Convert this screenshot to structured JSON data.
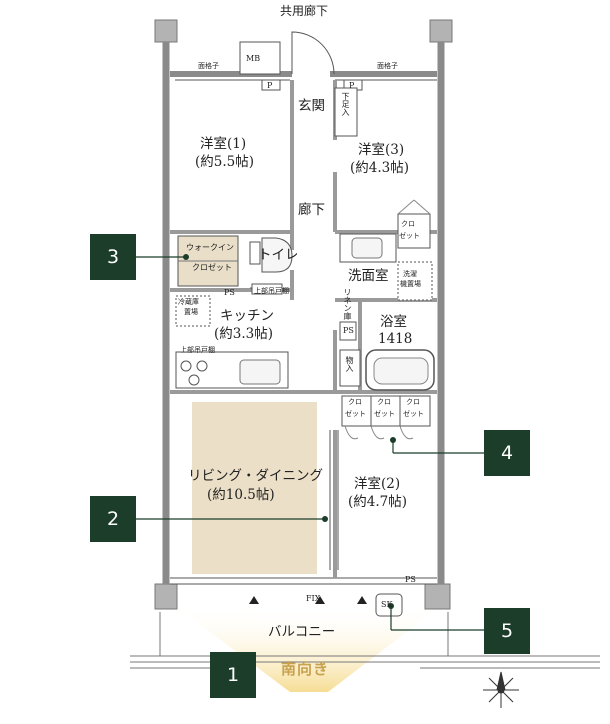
{
  "corridor_label": "共用廊下",
  "rooms": {
    "western1": {
      "name": "洋室(1)",
      "size": "(約5.5帖)"
    },
    "western3": {
      "name": "洋室(3)",
      "size": "(約4.3帖)"
    },
    "western2": {
      "name": "洋室(2)",
      "size": "(約4.7帖)"
    },
    "kitchen": {
      "name": "キッチン",
      "size": "(約3.3帖)"
    },
    "living": {
      "name": "リビング・ダイニング",
      "size": "(約10.5帖)"
    },
    "bath": {
      "name": "浴室",
      "size": "1418"
    },
    "washroom": "洗面室",
    "hallway": "廊下",
    "entrance": "玄関",
    "toilet": "トイレ",
    "walkin_line1": "ウォークイン",
    "walkin_line2": "クロゼット",
    "shoes": "下足入",
    "storage": "物入",
    "linen": "リネン庫",
    "balcony": "バルコニー"
  },
  "small_labels": {
    "mb": "MB",
    "p": "P",
    "ps": "PS",
    "fix": "FIX",
    "sk": "SK",
    "grille": "面格子",
    "upper_cabinet": "上部吊戸棚",
    "fridge_line1": "冷蔵庫",
    "fridge_line2": "置場",
    "closet_line1": "クロ",
    "closet_line2": "ゼット",
    "washer_line1": "洗濯",
    "washer_line2": "機置場"
  },
  "markers": [
    "1",
    "2",
    "3",
    "4",
    "5"
  ],
  "south_label": "南向き",
  "colors": {
    "marker_bg": "#1b3d2a",
    "living_floor": "#ecdfc8",
    "wall": "#9a9a9a",
    "south_text": "#c8a24f"
  }
}
